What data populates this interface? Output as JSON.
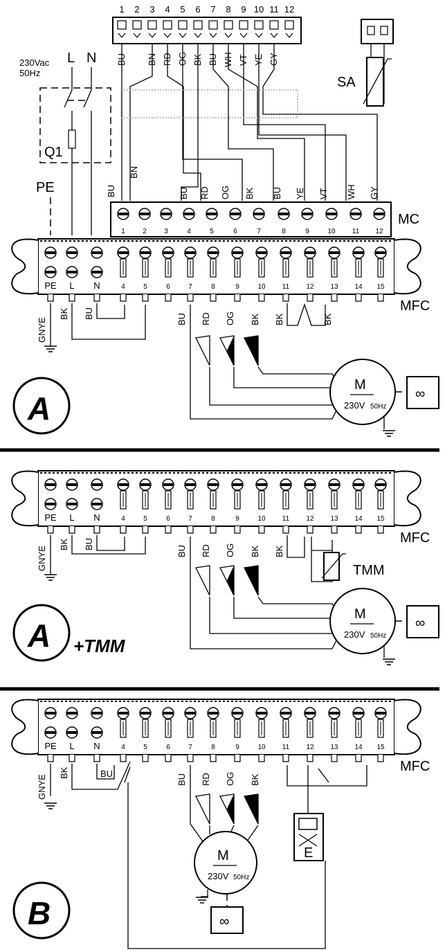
{
  "header": {
    "connector_numbers": [
      "1",
      "2",
      "3",
      "4",
      "5",
      "6",
      "7",
      "8",
      "9",
      "10",
      "11",
      "12"
    ],
    "wire_colors": [
      "BU",
      "BN",
      "RD",
      "OG",
      "BK",
      "BU",
      "WH",
      "VT",
      "YE",
      "GY"
    ]
  },
  "supply": {
    "voltage": "230Vac",
    "frequency": "50Hz",
    "line": "L",
    "neutral": "N",
    "breaker": "Q1",
    "earth": "PE"
  },
  "sensor": {
    "label": "SA"
  },
  "mc": {
    "label": "MC",
    "terminals": [
      "1",
      "2",
      "3",
      "4",
      "5",
      "6",
      "7",
      "8",
      "9",
      "10",
      "11",
      "12"
    ],
    "wire_labels": [
      "BU",
      "BN",
      "BU",
      "RD",
      "OG",
      "BK",
      "BU",
      "YE",
      "VT",
      "WH",
      "GY"
    ]
  },
  "mfc": {
    "label": "MFC",
    "terminals": [
      "PE",
      "L",
      "N",
      "4",
      "5",
      "6",
      "7",
      "8",
      "9",
      "10",
      "11",
      "12",
      "13",
      "14",
      "15"
    ]
  },
  "wires": {
    "gnye": "GNYE",
    "bk": "BK",
    "bu": "BU",
    "rd": "RD",
    "og": "OG"
  },
  "motor": {
    "symbol": "M",
    "rating": "230V",
    "freq": "50Hz",
    "fan": "∞"
  },
  "sections": [
    {
      "letter": "A",
      "suffix": ""
    },
    {
      "letter": "A",
      "suffix": "+TMM"
    },
    {
      "letter": "B",
      "suffix": ""
    }
  ],
  "tmm": {
    "label": "TMM"
  },
  "valve": {
    "label": "E"
  }
}
